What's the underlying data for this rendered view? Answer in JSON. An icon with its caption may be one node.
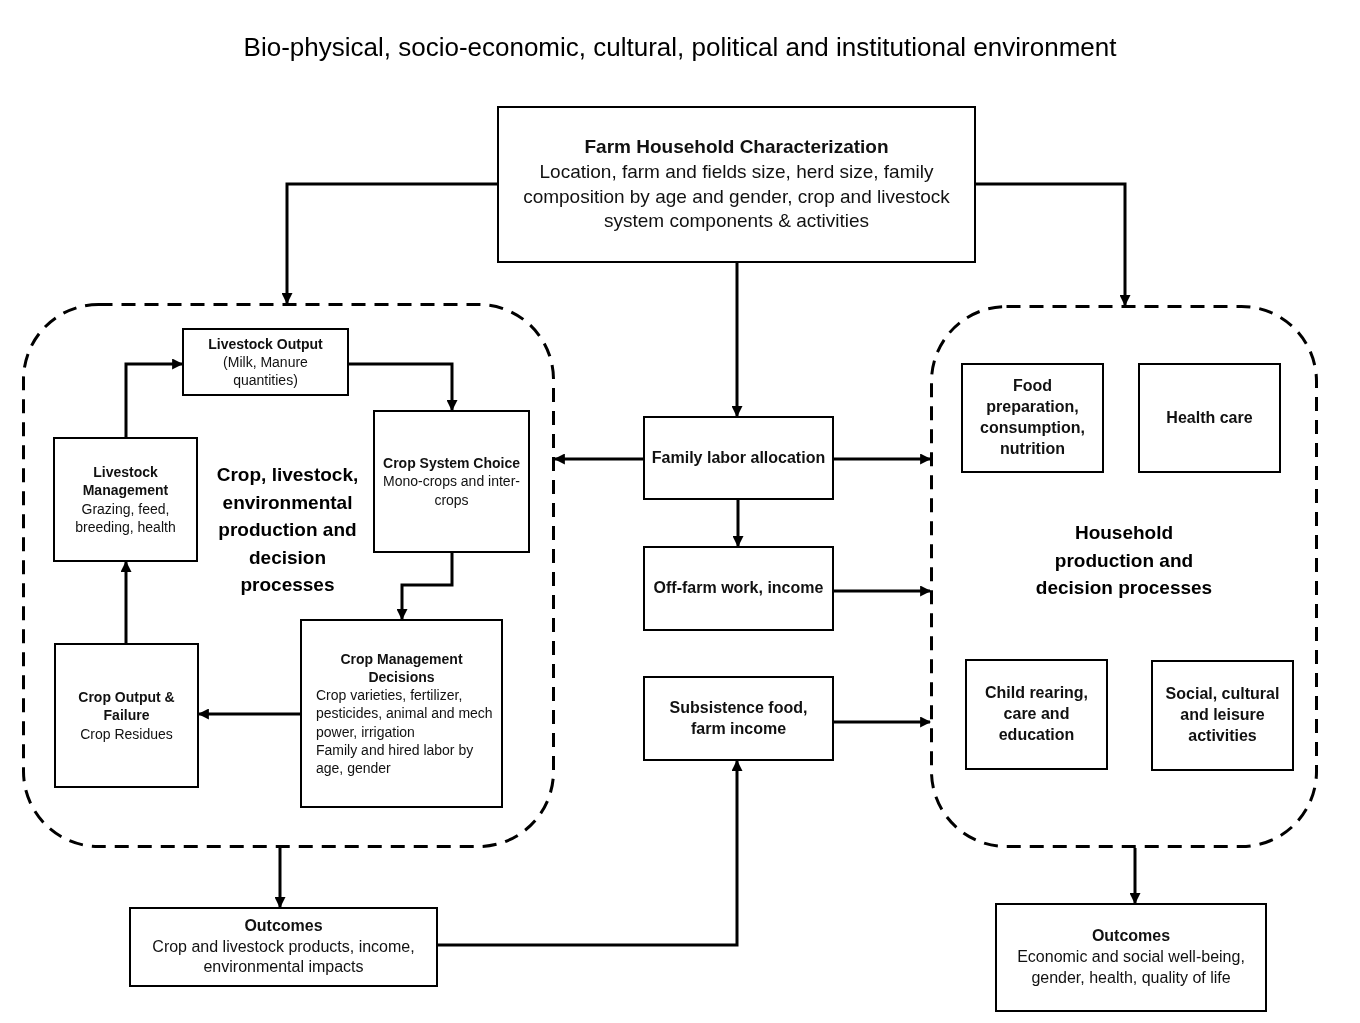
{
  "diagram": {
    "title": "Bio-physical, socio-economic, cultural, political and institutional environment",
    "nodes": [
      {
        "text": [
          "Farm Household Characterization",
          "Location, farm and fields size, herd size, family composition by age and gender, crop and livestock system components & activities"
        ]
      },
      {
        "text": [
          "Crop, livestock, environmental production and decision processes"
        ]
      },
      {
        "text": [
          "Livestock Output",
          "(Milk, Manure quantities)"
        ],
        "in": 1
      },
      {
        "text": [
          "Livestock Management",
          "Grazing, feed, breeding, health"
        ],
        "in": 1
      },
      {
        "text": [
          "Crop System Choice",
          "Mono-crops and inter-crops"
        ],
        "in": 1
      },
      {
        "text": [
          "Crop Output & Failure",
          "Crop Residues"
        ],
        "in": 1
      },
      {
        "text": [
          "Crop Management Decisions",
          "Crop varieties, fertilizer, pesticides, animal and mech power, irrigation",
          "Family and hired labor by age, gender"
        ],
        "in": 1
      },
      {
        "text": [
          "Family labor allocation"
        ]
      },
      {
        "text": [
          "Off-farm work, income"
        ]
      },
      {
        "text": [
          "Subsistence food, farm income"
        ]
      },
      {
        "text": [
          "Household production and decision processes"
        ]
      },
      {
        "text": [
          "Food preparation, consumption, nutrition"
        ],
        "in": 10
      },
      {
        "text": [
          "Health care"
        ],
        "in": 10
      },
      {
        "text": [
          "Child rearing, care and education"
        ],
        "in": 10
      },
      {
        "text": [
          "Social, cultural and leisure activities"
        ],
        "in": 10
      },
      {
        "text": [
          "Outcomes",
          "Crop and livestock products, income, environmental impacts"
        ]
      },
      {
        "text": [
          "Outcomes",
          "Economic and social well-being, gender, health, quality of life"
        ]
      }
    ],
    "edges": [
      {
        "from": 0,
        "to": 1,
        "arrow": "to"
      },
      {
        "from": 0,
        "to": 10,
        "arrow": "to"
      },
      {
        "from": 0,
        "to": 7,
        "arrow": "to"
      },
      {
        "from": 3,
        "to": 2,
        "arrow": "to"
      },
      {
        "from": 2,
        "to": 4,
        "arrow": "to"
      },
      {
        "from": 4,
        "to": 6,
        "arrow": "to"
      },
      {
        "from": 6,
        "to": 5,
        "arrow": "to"
      },
      {
        "from": 5,
        "to": 3,
        "arrow": "to"
      },
      {
        "from": 7,
        "to": 1,
        "arrow": "to"
      },
      {
        "from": 7,
        "to": 10,
        "arrow": "to"
      },
      {
        "from": 7,
        "to": 8,
        "arrow": "to"
      },
      {
        "from": 8,
        "to": 10,
        "arrow": "to"
      },
      {
        "from": 9,
        "to": 10,
        "arrow": "to"
      },
      {
        "from": 1,
        "to": 15,
        "arrow": "to"
      },
      {
        "from": 15,
        "to": 9,
        "arrow": "to"
      },
      {
        "from": 10,
        "to": 16,
        "arrow": "to"
      }
    ]
  }
}
